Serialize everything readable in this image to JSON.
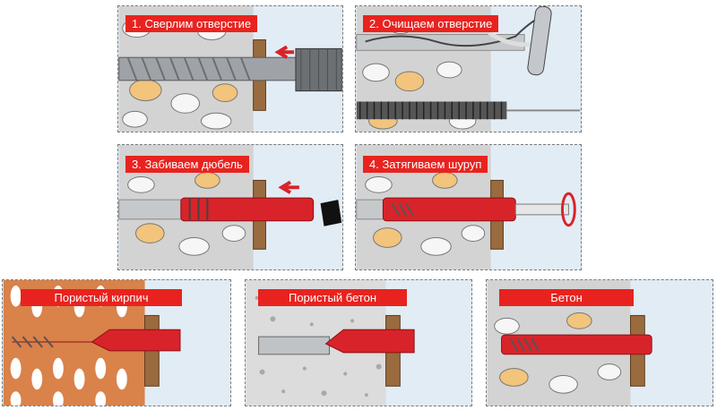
{
  "steps": [
    {
      "label": "1. Сверлим отверстие"
    },
    {
      "label": "2. Очищаем отверстие"
    },
    {
      "label": "3. Забиваем дюбель"
    },
    {
      "label": "4. Затягиваем шуруп"
    }
  ],
  "materials": [
    {
      "label": "Пористый кирпич"
    },
    {
      "label": "Пористый бетон"
    },
    {
      "label": "Бетон"
    }
  ],
  "colors": {
    "accent": "#e8231f",
    "wall_bg": "#d5d5d5",
    "stone": "#f5f5f5",
    "stone_orange": "#f2c47c",
    "wood": "#9a6b3e",
    "dowel": "#d8232a",
    "brick": "#d9824a",
    "sky": "#e2ecf5"
  }
}
